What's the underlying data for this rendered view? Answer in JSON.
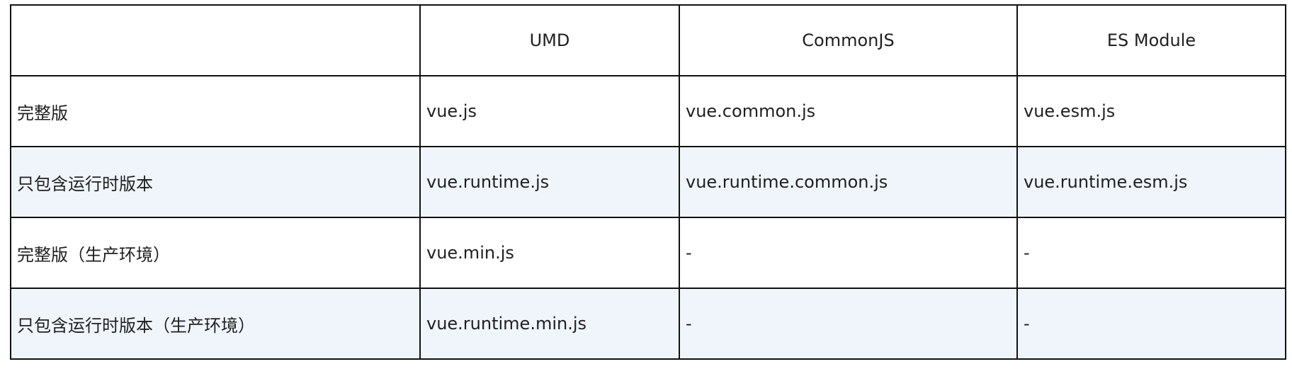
{
  "table": {
    "headers": [
      "",
      "UMD",
      "CommonJS",
      "ES Module"
    ],
    "rows": [
      [
        "完整版",
        "vue.js",
        "vue.common.js",
        "vue.esm.js"
      ],
      [
        "只包含运行时版本",
        "vue.runtime.js",
        "vue.runtime.common.js",
        "vue.runtime.esm.js"
      ],
      [
        "完整版（生产环境）",
        "vue.min.js",
        "-",
        "-"
      ],
      [
        "只包含运行时版本（生产环境）",
        "vue.runtime.min.js",
        "-",
        "-"
      ]
    ],
    "colors": {
      "border": "#111111",
      "alt_row_bg": "#f0f5fc",
      "text": "#1f1f1f"
    }
  }
}
